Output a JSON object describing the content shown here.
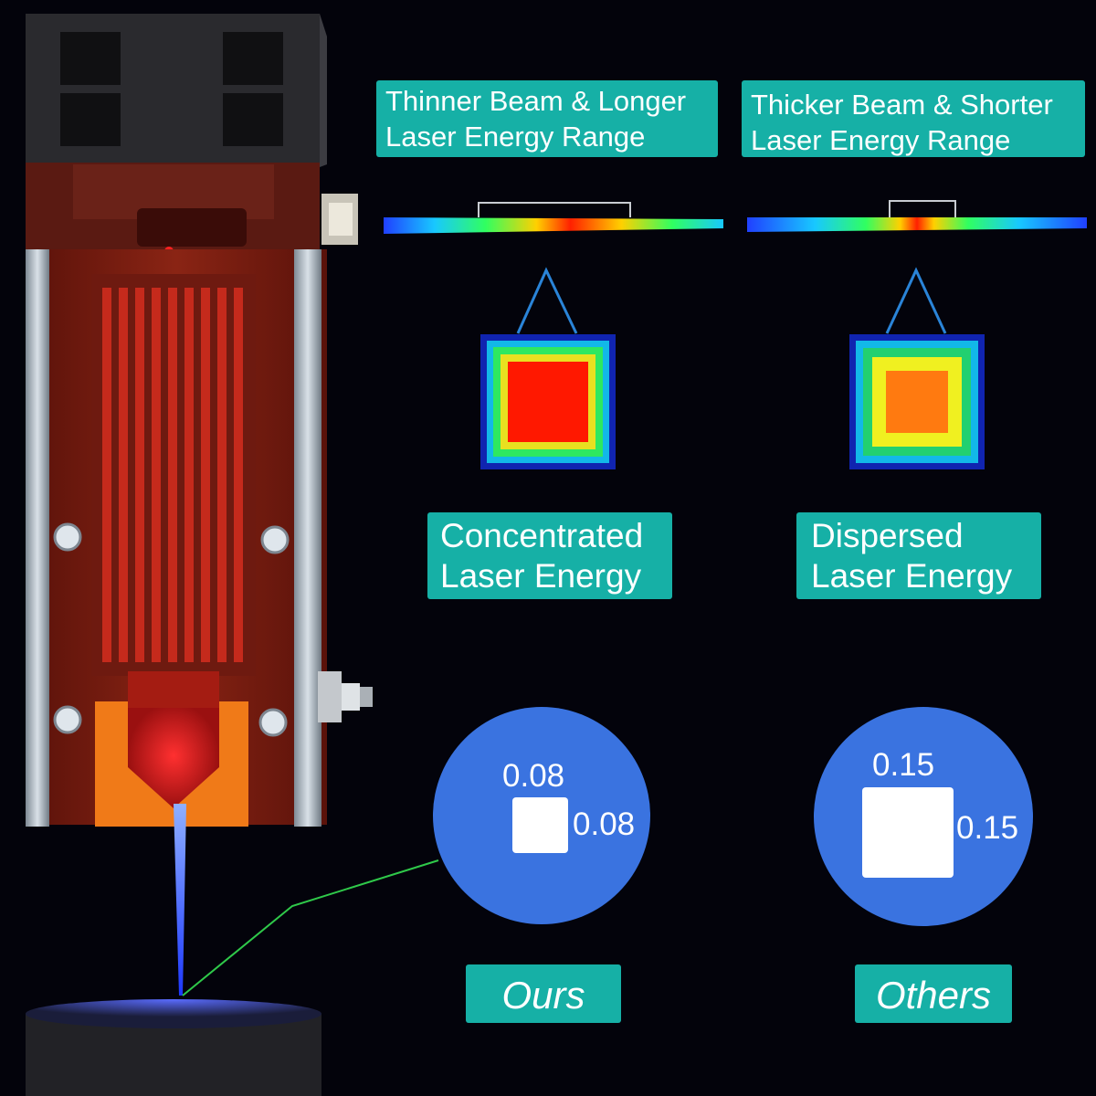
{
  "labels": {
    "thin_beam": [
      "Thinner Beam & Longer",
      "Laser Energy Range"
    ],
    "thick_beam": [
      "Thicker Beam & Shorter",
      "Laser Energy Range"
    ],
    "concentrated": [
      "Concentrated",
      "Laser Energy"
    ],
    "dispersed": [
      "Dispersed",
      "Laser Energy"
    ],
    "ours": "Ours",
    "others": "Others"
  },
  "spots": {
    "ours": {
      "width": "0.08",
      "height": "0.08"
    },
    "others": {
      "width": "0.15",
      "height": "0.15"
    }
  },
  "colors": {
    "background": "#03030b",
    "label_bg": "#16b0a6",
    "circle": "#3a73e0",
    "module_body": "#7a1c10",
    "beam": "#2a4cff"
  }
}
